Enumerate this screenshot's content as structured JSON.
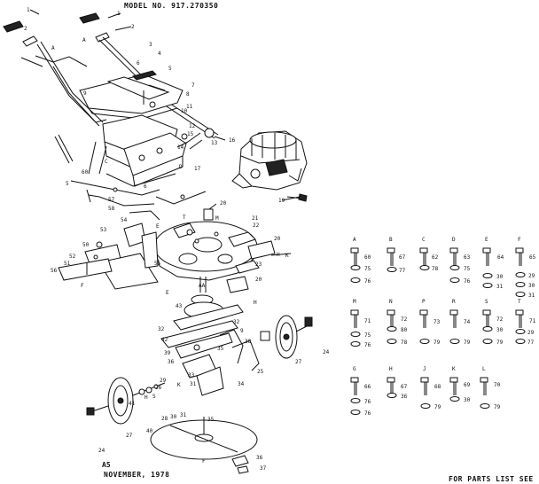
{
  "header": {
    "model": "MODEL NO. 917.270350"
  },
  "footer": {
    "page": "A5",
    "date": "NOVEMBER, 1978",
    "parts_note": "FOR PARTS LIST SEE"
  },
  "callouts": [
    {
      "n": "1",
      "p": [
        30,
        11
      ]
    },
    {
      "n": "1",
      "p": [
        132,
        15
      ]
    },
    {
      "n": "2",
      "p": [
        148,
        30
      ]
    },
    {
      "n": "2",
      "p": [
        27,
        32
      ]
    },
    {
      "n": "A",
      "p": [
        93,
        45
      ]
    },
    {
      "n": "A",
      "p": [
        58,
        54
      ]
    },
    {
      "n": "3",
      "p": [
        168,
        50
      ]
    },
    {
      "n": "4",
      "p": [
        178,
        60
      ]
    },
    {
      "n": "5",
      "p": [
        190,
        77
      ]
    },
    {
      "n": "6",
      "p": [
        154,
        71
      ]
    },
    {
      "n": "7",
      "p": [
        216,
        96
      ]
    },
    {
      "n": "8",
      "p": [
        210,
        106
      ]
    },
    {
      "n": "9",
      "p": [
        94,
        105
      ]
    },
    {
      "n": "10",
      "p": [
        204,
        125
      ]
    },
    {
      "n": "11",
      "p": [
        210,
        120
      ]
    },
    {
      "n": "12",
      "p": [
        213,
        142
      ]
    },
    {
      "n": "15",
      "p": [
        211,
        151
      ]
    },
    {
      "n": "13",
      "p": [
        238,
        161
      ]
    },
    {
      "n": "16",
      "p": [
        258,
        158
      ]
    },
    {
      "n": "14",
      "p": [
        200,
        166
      ]
    },
    {
      "n": "17",
      "p": [
        219,
        190
      ]
    },
    {
      "n": "D",
      "p": [
        202,
        188
      ]
    },
    {
      "n": "C",
      "p": [
        118,
        182
      ]
    },
    {
      "n": "60",
      "p": [
        92,
        194
      ]
    },
    {
      "n": "5",
      "p": [
        74,
        207
      ]
    },
    {
      "n": "6",
      "p": [
        162,
        210
      ]
    },
    {
      "n": "19",
      "p": [
        314,
        226
      ]
    },
    {
      "n": "57",
      "p": [
        122,
        225
      ]
    },
    {
      "n": "58",
      "p": [
        122,
        235
      ]
    },
    {
      "n": "20",
      "p": [
        248,
        229
      ]
    },
    {
      "n": "T",
      "p": [
        206,
        245
      ]
    },
    {
      "n": "M",
      "p": [
        243,
        246
      ]
    },
    {
      "n": "21",
      "p": [
        284,
        246
      ]
    },
    {
      "n": "22",
      "p": [
        285,
        254
      ]
    },
    {
      "n": "54",
      "p": [
        136,
        248
      ]
    },
    {
      "n": "53",
      "p": [
        113,
        259
      ]
    },
    {
      "n": "E",
      "p": [
        176,
        255
      ]
    },
    {
      "n": "20",
      "p": [
        309,
        269
      ]
    },
    {
      "n": "50",
      "p": [
        93,
        276
      ]
    },
    {
      "n": "H",
      "p": [
        312,
        287
      ]
    },
    {
      "n": "K",
      "p": [
        322,
        288
      ]
    },
    {
      "n": "52",
      "p": [
        78,
        289
      ]
    },
    {
      "n": "51",
      "p": [
        72,
        297
      ]
    },
    {
      "n": "56",
      "p": [
        57,
        305
      ]
    },
    {
      "n": "F",
      "p": [
        91,
        322
      ]
    },
    {
      "n": "55",
      "p": [
        174,
        297
      ]
    },
    {
      "n": "23",
      "p": [
        288,
        298
      ]
    },
    {
      "n": "E",
      "p": [
        187,
        330
      ]
    },
    {
      "n": "20",
      "p": [
        288,
        315
      ]
    },
    {
      "n": "AA",
      "p": [
        224,
        322
      ]
    },
    {
      "n": "43",
      "p": [
        198,
        345
      ]
    },
    {
      "n": "H",
      "p": [
        286,
        341
      ]
    },
    {
      "n": "32",
      "p": [
        178,
        371
      ]
    },
    {
      "n": "32",
      "p": [
        263,
        363
      ]
    },
    {
      "n": "42",
      "p": [
        182,
        383
      ]
    },
    {
      "n": "39",
      "p": [
        185,
        398
      ]
    },
    {
      "n": "36",
      "p": [
        189,
        408
      ]
    },
    {
      "n": "35",
      "p": [
        245,
        393
      ]
    },
    {
      "n": "9",
      "p": [
        271,
        373
      ]
    },
    {
      "n": "38",
      "p": [
        276,
        385
      ]
    },
    {
      "n": "25",
      "p": [
        290,
        419
      ]
    },
    {
      "n": "27",
      "p": [
        333,
        408
      ]
    },
    {
      "n": "24",
      "p": [
        364,
        397
      ]
    },
    {
      "n": "33",
      "p": [
        212,
        423
      ]
    },
    {
      "n": "31",
      "p": [
        214,
        433
      ]
    },
    {
      "n": "34",
      "p": [
        268,
        433
      ]
    },
    {
      "n": "29",
      "p": [
        180,
        429
      ]
    },
    {
      "n": "26",
      "p": [
        175,
        437
      ]
    },
    {
      "n": "S",
      "p": [
        172,
        447
      ]
    },
    {
      "n": "H",
      "p": [
        163,
        448
      ]
    },
    {
      "n": "41",
      "p": [
        145,
        455
      ]
    },
    {
      "n": "30",
      "p": [
        192,
        470
      ]
    },
    {
      "n": "31",
      "p": [
        203,
        468
      ]
    },
    {
      "n": "28",
      "p": [
        182,
        472
      ]
    },
    {
      "n": "40",
      "p": [
        165,
        486
      ]
    },
    {
      "n": "27",
      "p": [
        142,
        491
      ]
    },
    {
      "n": "35",
      "p": [
        234,
        473
      ]
    },
    {
      "n": "24",
      "p": [
        111,
        508
      ]
    },
    {
      "n": "F",
      "p": [
        228,
        520
      ]
    },
    {
      "n": "36",
      "p": [
        289,
        516
      ]
    },
    {
      "n": "37",
      "p": [
        293,
        528
      ]
    },
    {
      "n": "K",
      "p": [
        200,
        434
      ]
    }
  ],
  "hardware": [
    {
      "letter": "A",
      "top": [
        [
          400,
          270
        ]
      ],
      "right": [
        [
          "60",
          411,
          290
        ],
        [
          "75",
          411,
          303
        ],
        [
          "76",
          411,
          317
        ]
      ]
    },
    {
      "letter": "B",
      "top": [
        [
          441,
          270
        ]
      ],
      "right": [
        [
          "67",
          450,
          290
        ],
        [
          "77",
          450,
          305
        ]
      ]
    },
    {
      "letter": "C",
      "top": [
        [
          478,
          270
        ]
      ],
      "right": [
        [
          "62",
          487,
          290
        ],
        [
          "78",
          487,
          303
        ]
      ]
    },
    {
      "letter": "D",
      "top": [
        [
          512,
          270
        ]
      ],
      "right": [
        [
          "63",
          523,
          290
        ],
        [
          "75",
          523,
          303
        ],
        [
          "76",
          523,
          317
        ]
      ]
    },
    {
      "letter": "E",
      "top": [
        [
          549,
          270
        ]
      ],
      "right": [
        [
          "64",
          561,
          290
        ],
        [
          "30",
          560,
          312
        ],
        [
          "31",
          560,
          323
        ]
      ]
    },
    {
      "letter": "F",
      "top": [
        [
          586,
          270
        ]
      ],
      "right": [
        [
          "65",
          597,
          290
        ],
        [
          "29",
          596,
          311
        ],
        [
          "30",
          596,
          322
        ],
        [
          "31",
          596,
          333
        ]
      ]
    },
    {
      "letter": "M",
      "top": [
        [
          400,
          340
        ]
      ],
      "right": [
        [
          "71",
          411,
          362
        ],
        [
          "75",
          411,
          378
        ],
        [
          "76",
          411,
          389
        ]
      ]
    },
    {
      "letter": "N",
      "top": [
        [
          441,
          340
        ]
      ],
      "right": [
        [
          "72",
          452,
          360
        ],
        [
          "80",
          452,
          372
        ],
        [
          "78",
          452,
          386
        ]
      ]
    },
    {
      "letter": "P",
      "top": [
        [
          478,
          340
        ]
      ],
      "right": [
        [
          "73",
          489,
          363
        ],
        [
          "79",
          489,
          386
        ]
      ]
    },
    {
      "letter": "R",
      "top": [
        [
          512,
          340
        ]
      ],
      "right": [
        [
          "74",
          523,
          363
        ],
        [
          "79",
          523,
          386
        ]
      ]
    },
    {
      "letter": "S",
      "top": [
        [
          549,
          340
        ]
      ],
      "right": [
        [
          "72",
          560,
          360
        ],
        [
          "30",
          560,
          372
        ],
        [
          "79",
          560,
          386
        ]
      ]
    },
    {
      "letter": "T",
      "top": [
        [
          586,
          340
        ]
      ],
      "right": [
        [
          "71",
          597,
          362
        ],
        [
          "29",
          595,
          375
        ],
        [
          "77",
          595,
          386
        ]
      ]
    },
    {
      "letter": "G",
      "top": [
        [
          400,
          416
        ]
      ],
      "right": [
        [
          "66",
          411,
          436
        ],
        [
          "76",
          411,
          453
        ],
        [
          "76",
          411,
          466
        ]
      ]
    },
    {
      "letter": "H",
      "top": [
        [
          441,
          416
        ]
      ],
      "right": [
        [
          "67",
          452,
          436
        ],
        [
          "36",
          452,
          447
        ]
      ]
    },
    {
      "letter": "J",
      "top": [
        [
          479,
          416
        ]
      ],
      "right": [
        [
          "68",
          490,
          436
        ],
        [
          "79",
          490,
          459
        ]
      ]
    },
    {
      "letter": "K",
      "top": [
        [
          512,
          416
        ]
      ],
      "right": [
        [
          "69",
          523,
          434
        ],
        [
          "30",
          523,
          451
        ]
      ]
    },
    {
      "letter": "L",
      "top": [
        [
          546,
          416
        ]
      ],
      "right": [
        [
          "70",
          557,
          434
        ],
        [
          "79",
          557,
          459
        ]
      ]
    }
  ],
  "colors": {
    "ink": "#111111",
    "paper": "#ffffff"
  }
}
